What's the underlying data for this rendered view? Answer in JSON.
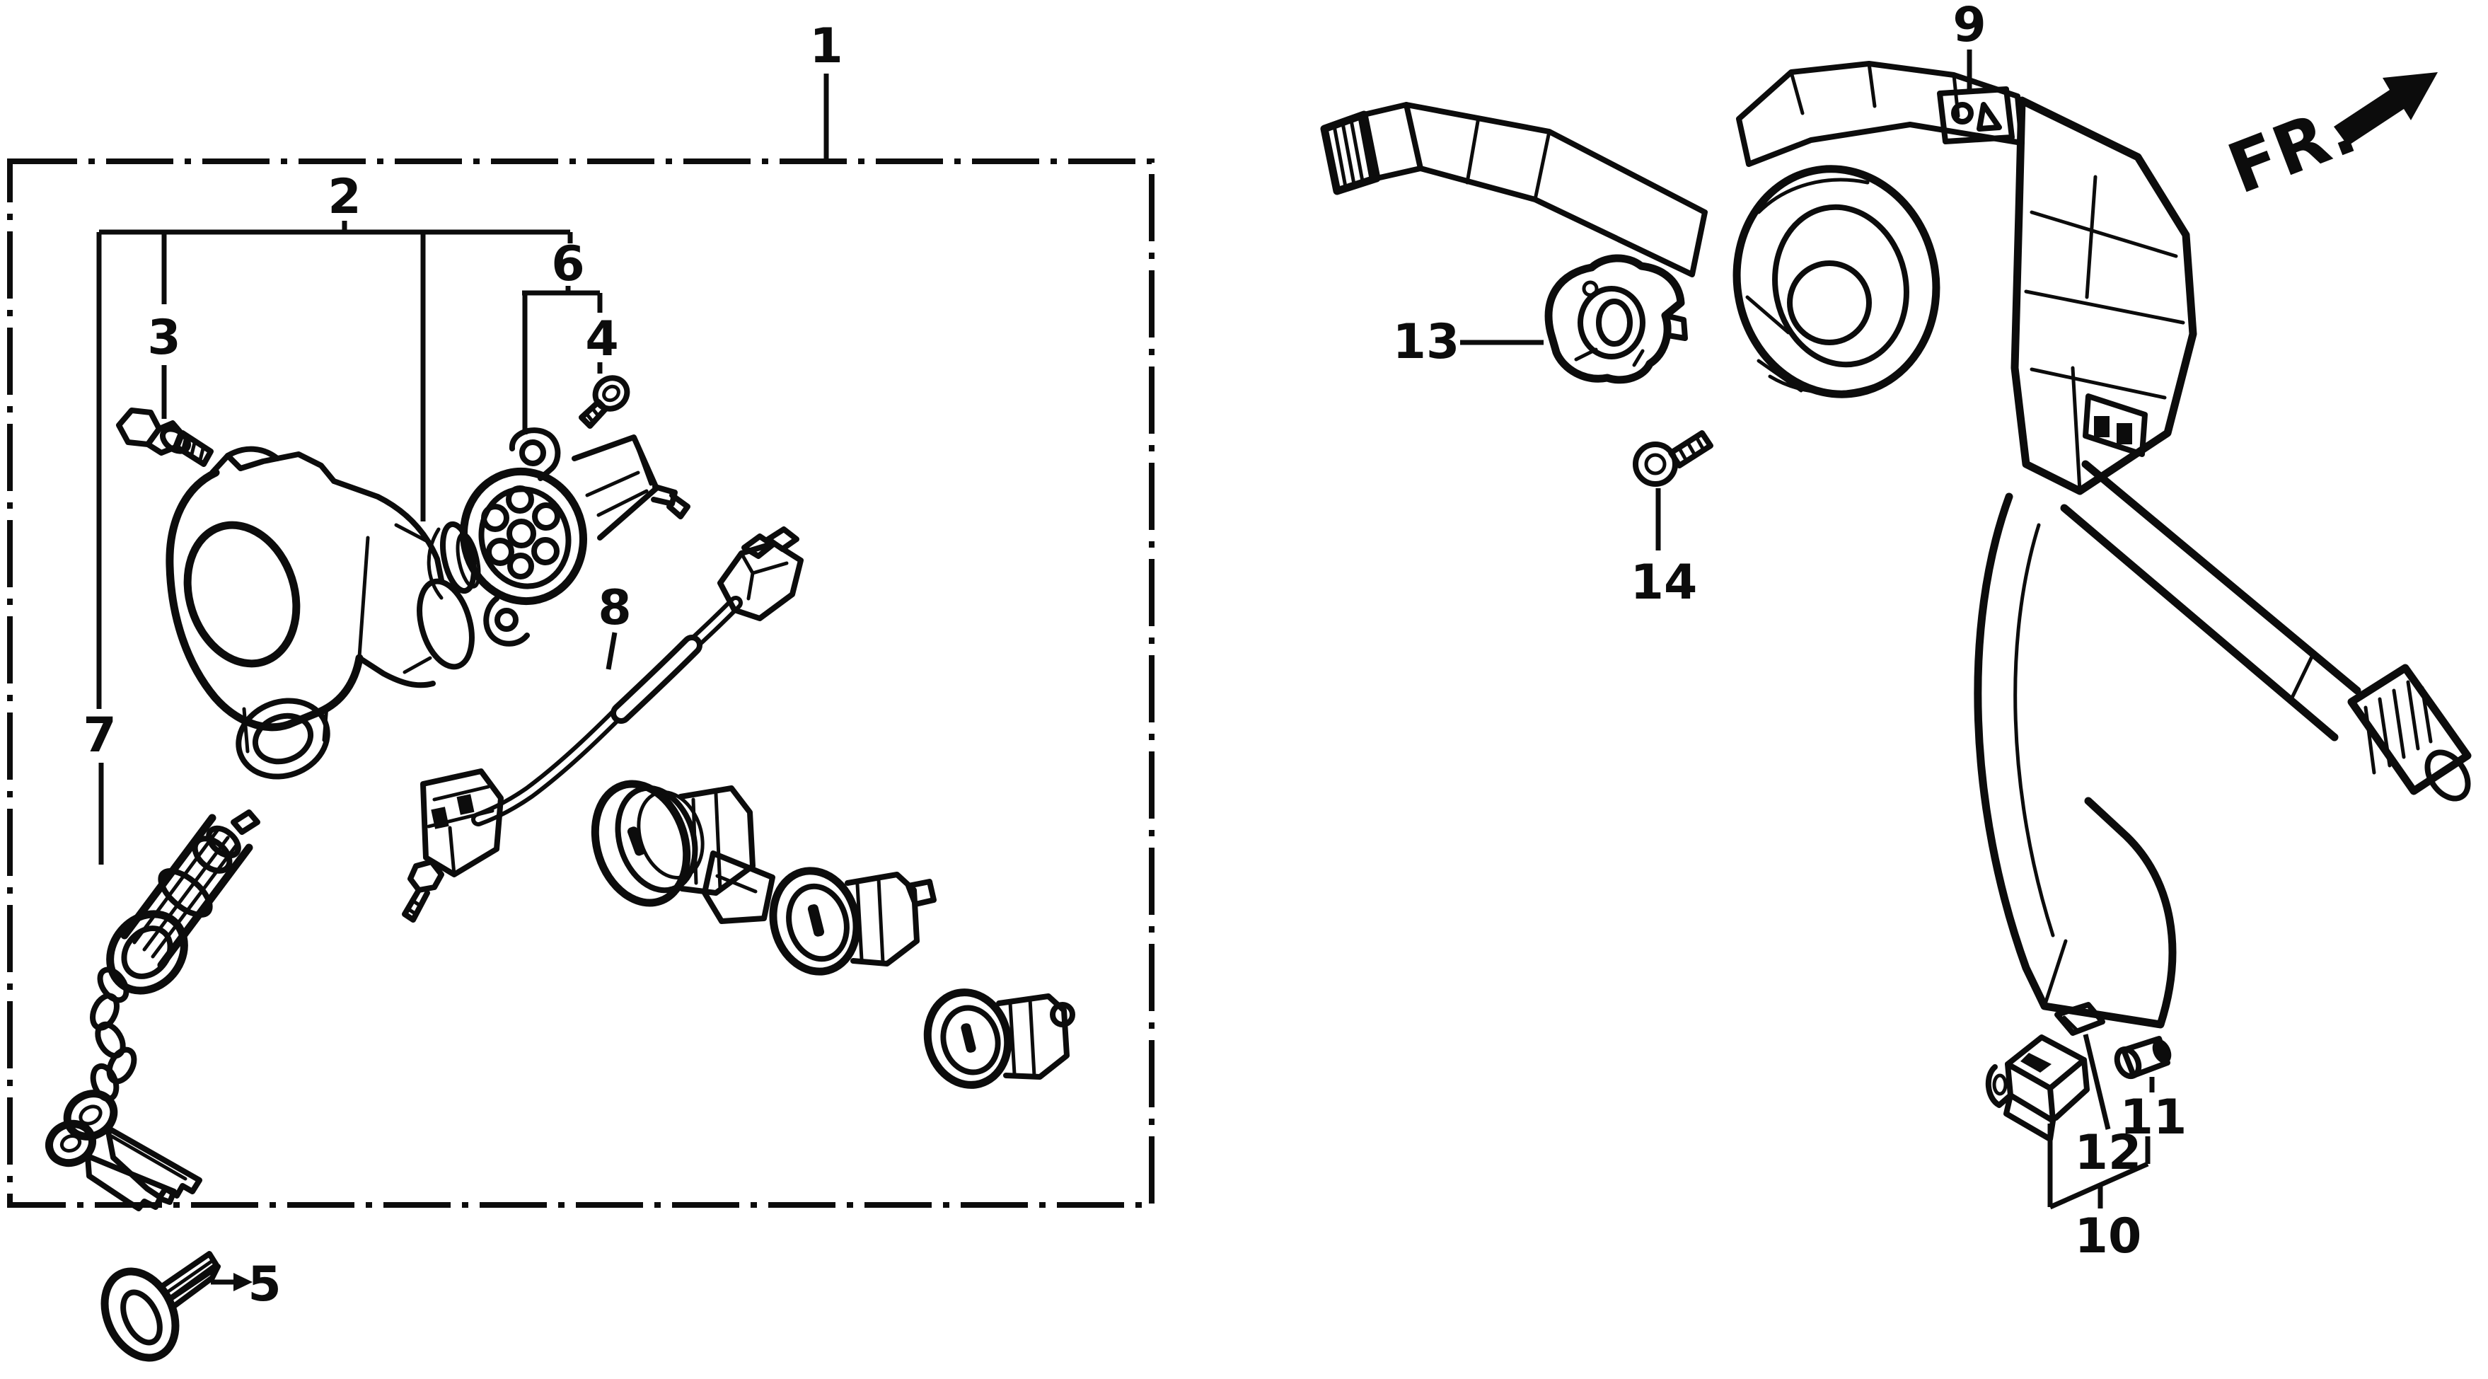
{
  "diagram": {
    "direction_indicator": {
      "label": "FR."
    },
    "callouts": {
      "c1": {
        "label": "1"
      },
      "c2": {
        "label": "2"
      },
      "c3": {
        "label": "3"
      },
      "c4": {
        "label": "4"
      },
      "c5": {
        "label": "5"
      },
      "c6": {
        "label": "6"
      },
      "c7": {
        "label": "7"
      },
      "c8": {
        "label": "8"
      },
      "c9": {
        "label": "9"
      },
      "c10": {
        "label": "10"
      },
      "c11": {
        "label": "11"
      },
      "c12": {
        "label": "12"
      },
      "c13": {
        "label": "13"
      },
      "c14": {
        "label": "14"
      }
    }
  }
}
